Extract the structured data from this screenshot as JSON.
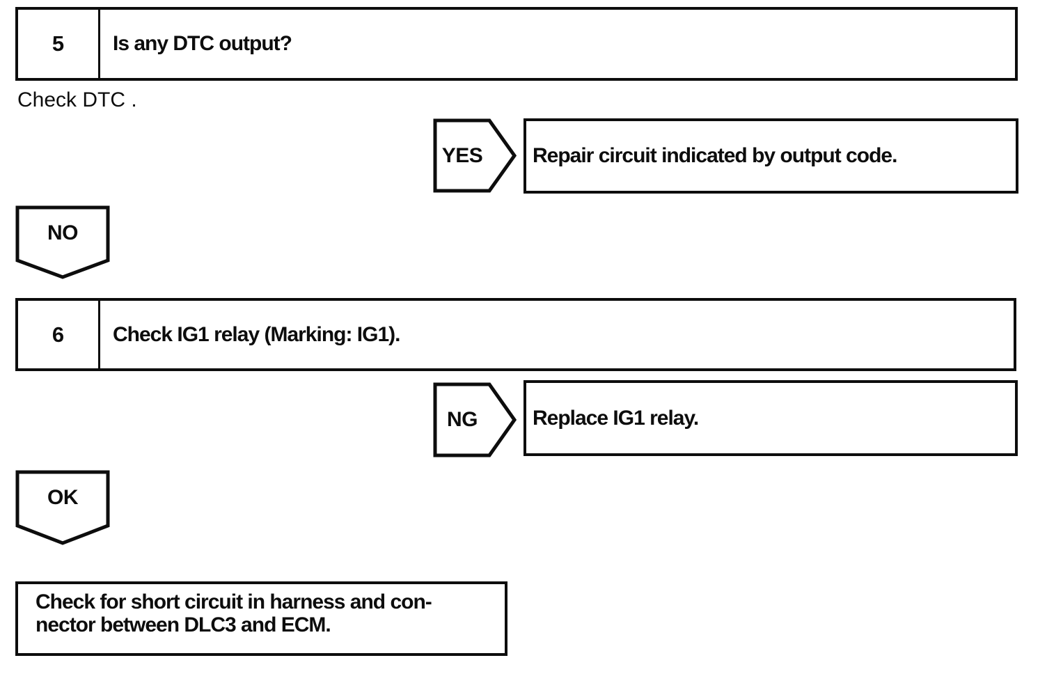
{
  "colors": {
    "ink": "#0d0d0d",
    "paper": "#ffffff"
  },
  "step5": {
    "number": "5",
    "question": "Is any DTC output?"
  },
  "note": {
    "text": "Check DTC ."
  },
  "branch_yes": {
    "label": "YES",
    "action": "Repair circuit indicated by output code."
  },
  "connector_no": {
    "label": "NO"
  },
  "step6": {
    "number": "6",
    "instruction": "Check IG1 relay (Marking: IG1)."
  },
  "branch_ng": {
    "label": "NG",
    "action": "Replace IG1 relay."
  },
  "connector_ok": {
    "label": "OK"
  },
  "final_action": {
    "line1": "Check for short circuit in harness and con-",
    "line2": "nector between DLC3 and ECM."
  }
}
